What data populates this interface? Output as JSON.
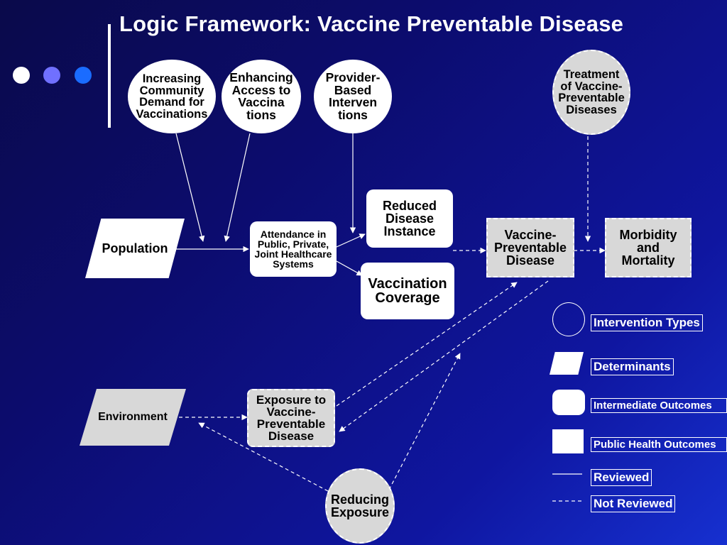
{
  "title": "Logic Framework: Vaccine Preventable Disease",
  "colors": {
    "dot1": "#ffffff",
    "dot2": "#7070ff",
    "dot3": "#1a6cff"
  },
  "nodes": {
    "increasing_demand": "Increasing\nCommunity\nDemand for\nVaccinations",
    "enhancing_access": "Enhancing\nAccess to\nVaccina\ntions",
    "provider_based": "Provider-\nBased\nInterven\ntions",
    "treatment": "Treatment\nof Vaccine-\nPreventable\nDiseases",
    "population": "Population",
    "attendance": "Attendance in\nPublic, Private,\nJoint Healthcare\nSystems",
    "reduced_disease": "Reduced\nDisease\nInstance",
    "vaccination_coverage": "Vaccination\nCoverage",
    "vpd": "Vaccine-\nPreventable\nDisease",
    "morbidity": "Morbidity\nand\nMortality",
    "environment": "Environment",
    "exposure": "Exposure to\nVaccine-\nPreventable\nDisease",
    "reducing_exposure": "Reducing\nExposure"
  },
  "legend": {
    "intervention_types": "Intervention Types",
    "determinants": "Determinants",
    "intermediate_outcomes": "Intermediate Outcomes",
    "public_health_outcomes": "Public Health Outcomes",
    "reviewed": "Reviewed",
    "not_reviewed": "Not Reviewed"
  }
}
